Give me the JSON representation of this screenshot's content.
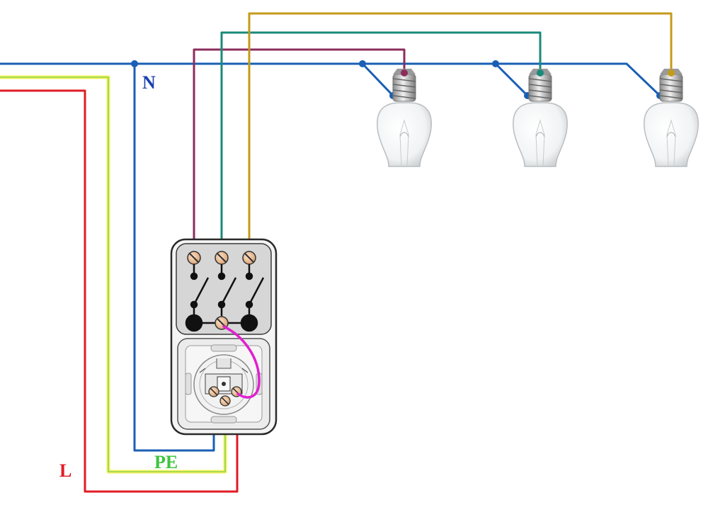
{
  "labels": {
    "neutral": "N",
    "earth": "PE",
    "line": "L"
  },
  "colors": {
    "neutral": "#1a5fb4",
    "line": "#e01b24",
    "earth_yellow": "#f2f25c",
    "earth_green": "#8fd14f",
    "lamp1_wire": "#8b2e5c",
    "lamp2_wire": "#1a8a7a",
    "lamp3_wire": "#c49a1a",
    "jumper": "#e020d0",
    "label_n": "#1a3fb0",
    "label_pe": "#3ec43e",
    "label_l": "#e01b24"
  },
  "components": {
    "switch": "three-gang-switch",
    "socket": "power-socket",
    "lamps": [
      "lamp-1",
      "lamp-2",
      "lamp-3"
    ]
  }
}
